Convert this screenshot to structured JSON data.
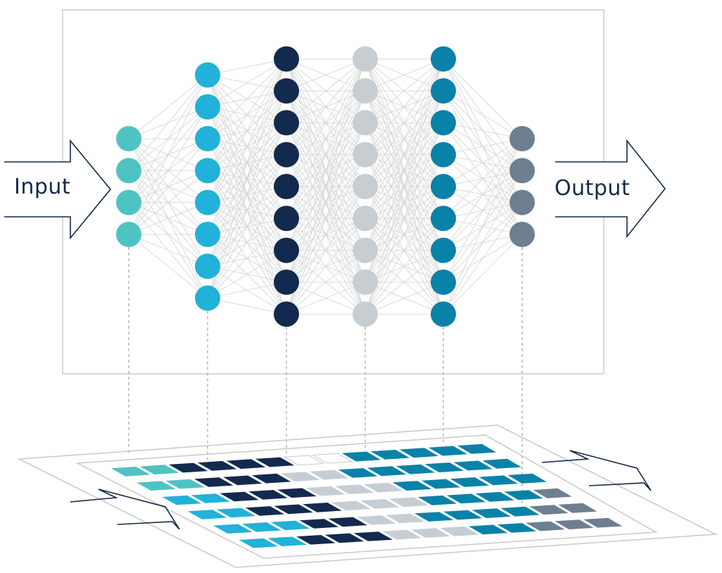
{
  "labels": {
    "input": "Input",
    "output": "Output"
  },
  "network": {
    "layers": [
      {
        "nodes": 4,
        "color": "#4fc3c3"
      },
      {
        "nodes": 8,
        "color": "#22b1d8"
      },
      {
        "nodes": 9,
        "color": "#132a4f"
      },
      {
        "nodes": 9,
        "color": "#c6ced3"
      },
      {
        "nodes": 9,
        "color": "#0a82a8"
      },
      {
        "nodes": 4,
        "color": "#6d7f91"
      }
    ],
    "connection_color": "#d6d6d6",
    "frame_color": "#cccccc",
    "arrow_color": "#14284b"
  },
  "grid": {
    "rows": 6,
    "cols": 13,
    "cells": [
      [
        "#4fc3c3",
        "#4fc3c3",
        "#132a4f",
        "#132a4f",
        "#132a4f",
        "#132a4f",
        "#ffffff",
        "#ffffff",
        "#0a82a8",
        "#0a82a8",
        "#0a82a8",
        "#0a82a8",
        "#0a82a8"
      ],
      [
        "#4fc3c3",
        "#4fc3c3",
        "#132a4f",
        "#132a4f",
        "#132a4f",
        "#c6ced3",
        "#c6ced3",
        "#0a82a8",
        "#0a82a8",
        "#0a82a8",
        "#0a82a8",
        "#0a82a8",
        "#0a82a8"
      ],
      [
        "#22b1d8",
        "#22b1d8",
        "#132a4f",
        "#132a4f",
        "#132a4f",
        "#c6ced3",
        "#c6ced3",
        "#c6ced3",
        "#0a82a8",
        "#0a82a8",
        "#0a82a8",
        "#0a82a8",
        "#0a82a8"
      ],
      [
        "#22b1d8",
        "#22b1d8",
        "#132a4f",
        "#132a4f",
        "#132a4f",
        "#c6ced3",
        "#c6ced3",
        "#c6ced3",
        "#0a82a8",
        "#0a82a8",
        "#0a82a8",
        "#0a82a8",
        "#6d7f91"
      ],
      [
        "#22b1d8",
        "#22b1d8",
        "#22b1d8",
        "#132a4f",
        "#132a4f",
        "#c6ced3",
        "#c6ced3",
        "#0a82a8",
        "#0a82a8",
        "#0a82a8",
        "#0a82a8",
        "#6d7f91",
        "#6d7f91"
      ],
      [
        "#22b1d8",
        "#22b1d8",
        "#132a4f",
        "#132a4f",
        "#132a4f",
        "#c6ced3",
        "#c6ced3",
        "#c6ced3",
        "#0a82a8",
        "#0a82a8",
        "#6d7f91",
        "#6d7f91",
        "#6d7f91"
      ]
    ]
  }
}
